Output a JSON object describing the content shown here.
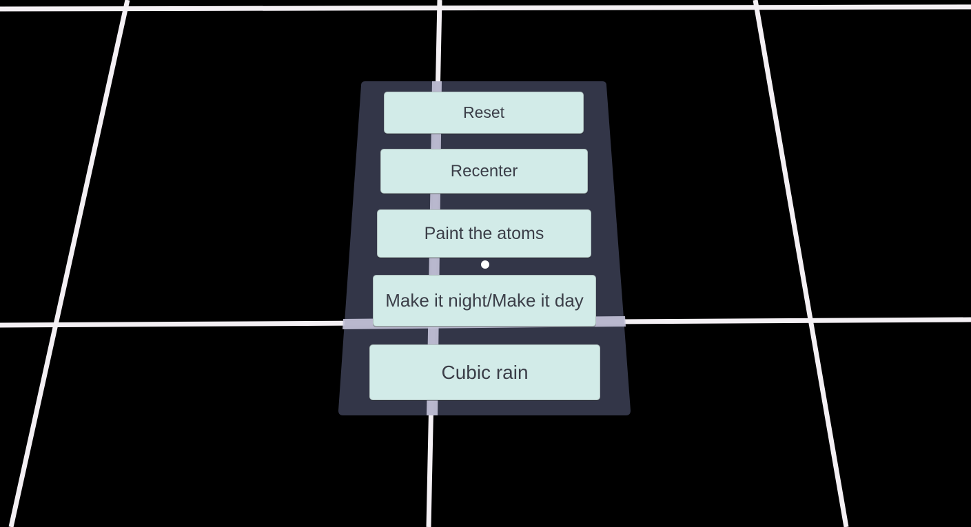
{
  "scene": {
    "background_color": "#000000",
    "grid_line_color": "#f4f0f4"
  },
  "menu": {
    "panel_color": "#373a4e",
    "button_color": "#d2ebe8",
    "button_text_color": "#3b3e48",
    "buttons": [
      {
        "label": "Reset"
      },
      {
        "label": "Recenter"
      },
      {
        "label": "Paint the atoms"
      },
      {
        "label": "Make it night/Make it day"
      },
      {
        "label": "Cubic rain"
      }
    ]
  },
  "pointer": {
    "icon": "pointer-dot-icon"
  }
}
